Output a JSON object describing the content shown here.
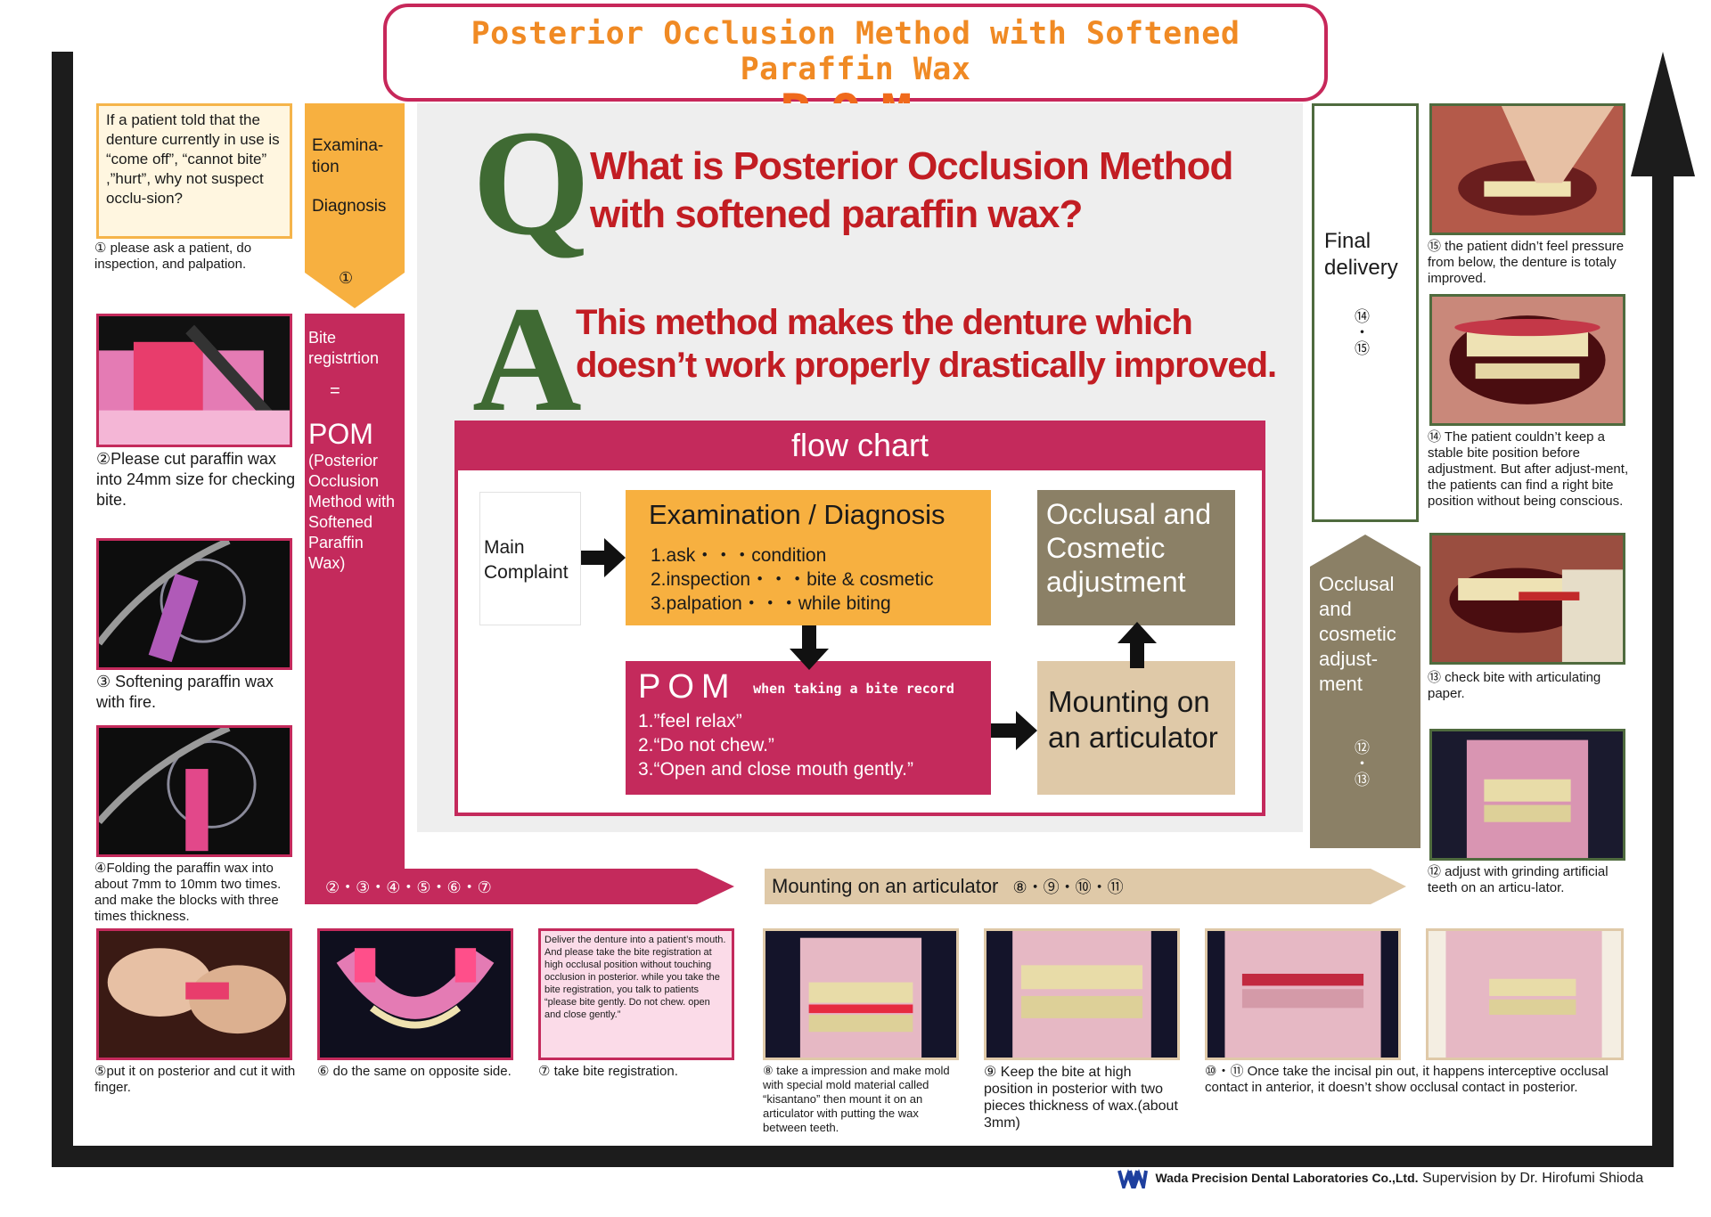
{
  "title": {
    "line1": "Posterior Occlusion Method with Softened Paraffin Wax",
    "acronym": "POM"
  },
  "intro": {
    "text": "If a patient told that the denture currently in use is “come off”, “cannot bite” ,”hurt”, why not suspect occlu-sion?"
  },
  "stages": {
    "exam": {
      "label1": "Examina-tion",
      "label2": "Diagnosis",
      "number": "①"
    },
    "bite": {
      "label": "Bite registrtion",
      "equals": "=",
      "pom": "POM",
      "pom_full": "(Posterior Occlusion Method with Softened Paraffin Wax)",
      "steps": "②・③・④・⑤・⑥・⑦"
    },
    "mounting": {
      "label": "Mounting on an articulator",
      "steps": "⑧・⑨・⑩・⑪"
    },
    "occlusal": {
      "label": "Occlusal and cosmetic adjust-ment",
      "num_a": "⑫",
      "num_dot": "・",
      "num_b": "⑬"
    },
    "final": {
      "label": "Final delivery",
      "num_a": "⑭",
      "num_dot": "・",
      "num_b": "⑮"
    }
  },
  "qa": {
    "q_letter": "Q",
    "question": "What is Posterior Occlusion Method with softened paraffin wax?",
    "a_letter": "A",
    "answer": "This method makes the denture which doesn’t work properly drastically improved."
  },
  "flowchart": {
    "header": "flow chart",
    "main_complaint": "Main Complaint",
    "exam_title": "Examination / Diagnosis",
    "exam_items": [
      "1.ask・・・condition",
      "2.inspection・・・bite & cosmetic",
      "3.palpation・・・while biting"
    ],
    "pom_title": "POM",
    "pom_sub": "when taking a bite record",
    "pom_items": [
      "1.”feel relax”",
      "2.“Do not chew.”",
      "3.“Open and close mouth gently.”"
    ],
    "occlusal": "Occlusal and Cosmetic adjustment",
    "mounting": "Mounting on an articulator"
  },
  "captions": {
    "c1": "① please ask a patient, do inspection, and palpation.",
    "c2": "②Please cut paraffin wax into 24mm size for checking bite.",
    "c3": "③ Softening paraffin wax with fire.",
    "c4": "④Folding the paraffin wax into about 7mm to 10mm two times. and make the blocks with three times thickness.",
    "c5": "⑤put it on posterior and cut it with finger.",
    "c6": "⑥ do the same on opposite side.",
    "c7_box": "Deliver the denture into a patient’s mouth. And please take the bite registration at high occlusal position without touching occlusion in posterior. while you take the bite registration, you talk to patients “please bite gently. Do not chew. open and close gently.”",
    "c7": "⑦ take bite registration.",
    "c8": "⑧ take a impression and make mold with special mold material called “kisantano” then mount it on an articulator with putting the wax between teeth.",
    "c9": "⑨ Keep the bite at high position in posterior with two pieces thickness of wax.(about 3mm)",
    "c10": "⑩・⑪ Once take the incisal pin out,  it happens interceptive occlusal contact in anterior,  it doesn’t show occlusal contact in posterior.",
    "c12": "⑫ adjust with grinding artificial teeth on an articu-lator.",
    "c13": "⑬ check bite with articulating paper.",
    "c14": "⑭ The patient couldn’t keep a stable bite position before adjustment. But after adjust-ment, the patients can find a right bite position without being conscious.",
    "c15": "⑮ the patient didn’t feel pressure from below, the denture is totaly improved."
  },
  "footer": {
    "company": "Wada Precision Dental Laboratories Co.,Ltd.",
    "supervision": "Supervision by Dr. Hirofumi Shioda"
  },
  "colors": {
    "magenta": "#c42a5c",
    "orange": "#f7b040",
    "olive": "#8b8066",
    "tan": "#dfc9a8",
    "green": "#3f6a33",
    "red": "#c21d23"
  }
}
